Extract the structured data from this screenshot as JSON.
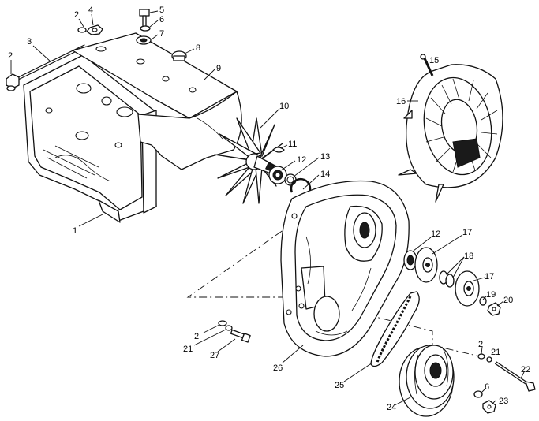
{
  "callouts": {
    "c1": "1",
    "c2a": "2",
    "c2b": "2",
    "c2c": "2",
    "c2d": "2",
    "c3": "3",
    "c4": "4",
    "c5": "5",
    "c6a": "6",
    "c6b": "6",
    "c7": "7",
    "c8": "8",
    "c9": "9",
    "c10": "10",
    "c11": "11",
    "c12a": "12",
    "c12b": "12",
    "c13": "13",
    "c14": "14",
    "c15": "15",
    "c16": "16",
    "c17a": "17",
    "c17b": "17",
    "c18": "18",
    "c19": "19",
    "c20": "20",
    "c21a": "21",
    "c21b": "21",
    "c22": "22",
    "c23": "23",
    "c24": "24",
    "c25": "25",
    "c26": "26",
    "c27": "27"
  }
}
